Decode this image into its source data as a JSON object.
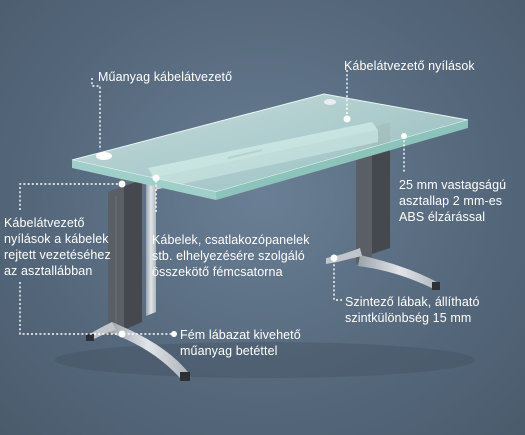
{
  "diagram": {
    "colors": {
      "background": "#56697d",
      "annotation": "#ffffff",
      "glass": "#bfe3df",
      "metal": "#d3d7db",
      "panel": "#4b4f55"
    },
    "labels": {
      "plastic_grommet": "Műanyag kábelátvezető",
      "cable_openings": "Kábelátvezető nyílások",
      "tabletop": [
        "25 mm vastagságú",
        "asztallap 2 mm-es",
        "ABS élzárással"
      ],
      "leg_openings": [
        "Kábelátvezető",
        "nyílások a kábelek",
        "rejtett vezetéséhez",
        "az asztallábban"
      ],
      "cable_tray": [
        "Kábelek, csatlakozópanelek",
        "stb. elhelyezésére szolgáló",
        "összekötő fémcsatorna"
      ],
      "leveling_feet": [
        "Szintező lábak, állítható",
        "szintkülönbség 15 mm"
      ],
      "metal_base": [
        "Fém lábazat kivehető",
        "műanyag betéttel"
      ]
    }
  }
}
